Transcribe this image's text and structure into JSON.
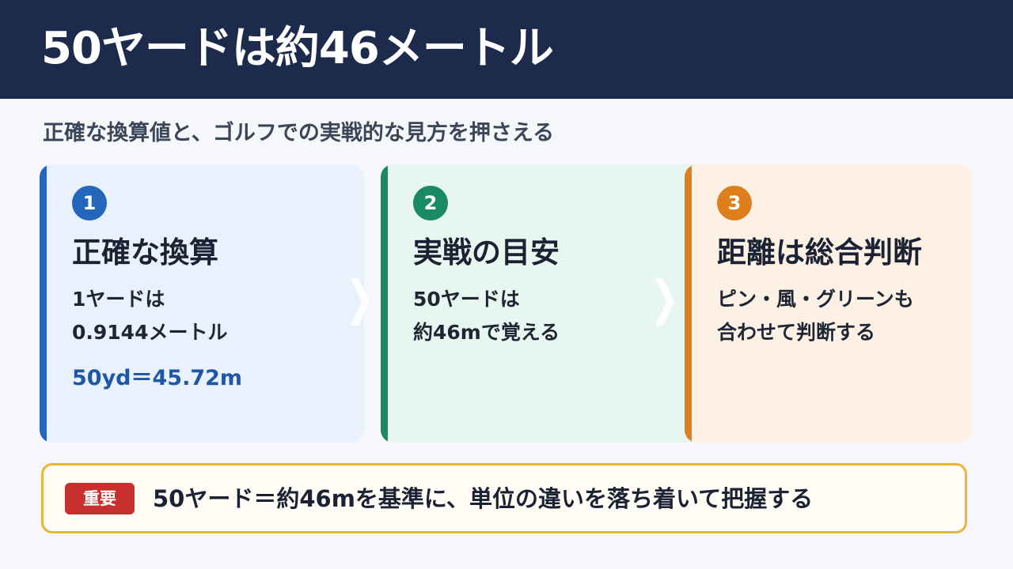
{
  "header": {
    "title": "50ヤードは約46メートル"
  },
  "subtitle": "正確な換算値と、ゴルフでの実戦的な見方を押さえる",
  "cards": [
    {
      "number": "1",
      "title": "正確な換算",
      "body": [
        "1ヤードは",
        "0.9144メートル"
      ],
      "highlight": "50yd＝45.72m",
      "color": "#2466bb"
    },
    {
      "number": "2",
      "title": "実戦の目安",
      "body": [
        "50ヤードは",
        "約46mで覚える"
      ],
      "color": "#198a64"
    },
    {
      "number": "3",
      "title": "距離は総合判断",
      "body": [
        "ピン・風・グリーンも",
        "合わせて判断する"
      ],
      "color": "#df7e1d"
    }
  ],
  "callout": {
    "badge": "重要",
    "text": "50ヤード＝約46mを基準に、単位の違いを落ち着いて把握する",
    "border_color": "#eab33a",
    "badge_color": "#c7302d"
  },
  "icons": [
    "chevron-right-icon",
    "chevron-right-icon"
  ],
  "colors": {
    "header_bg": "#1c2a4c",
    "page_bg": "#f5f7fb"
  }
}
